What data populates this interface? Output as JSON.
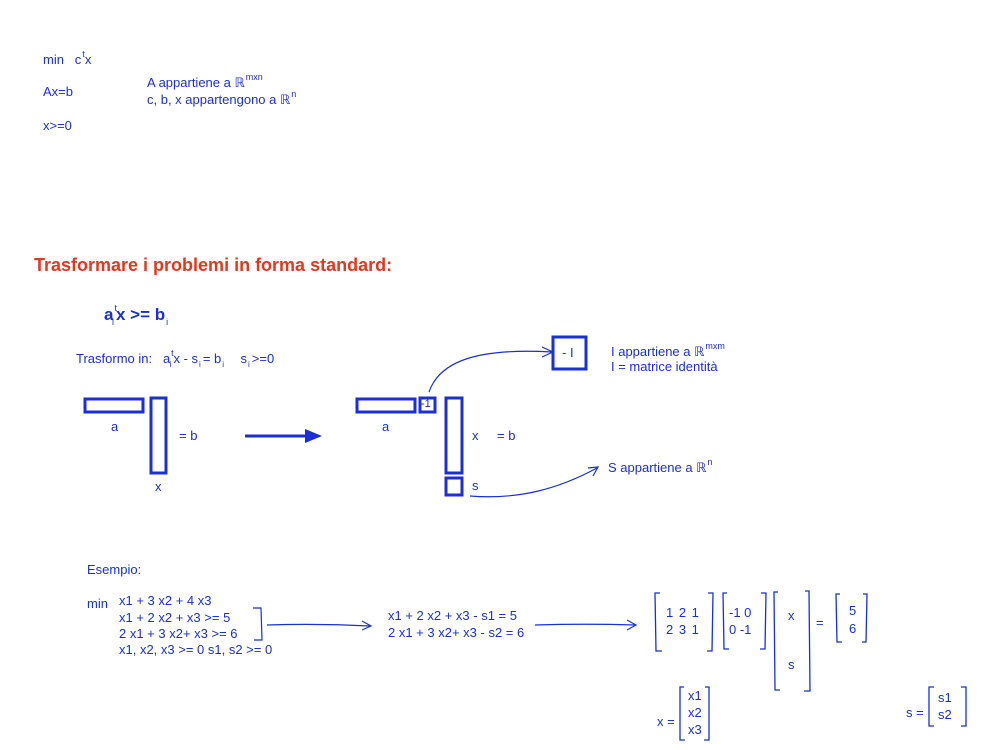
{
  "lp": {
    "objective_min": "min",
    "objective_c": "c",
    "objective_t": "t",
    "objective_x": "x",
    "constraint_eq": "Ax=b",
    "constraint_nonneg": "x>=0",
    "a_belongs": "A appartiene a ℝ",
    "a_belongs_sup": "mxn",
    "cbx_belongs": "c, b, x appartengono a ℝ",
    "cbx_belongs_sup": "n"
  },
  "section": {
    "title": "Trasformare i problemi in forma standard:"
  },
  "inequality": {
    "a": "a",
    "a_sup": "t",
    "a_sub": "i",
    "rest": "x >= b",
    "b_sub": "i"
  },
  "transform": {
    "label": "Trasformo in:",
    "a": "a",
    "a_sup": "t",
    "a_sub": "i",
    "x_minus_s": "x - s",
    "s_sub": "i",
    "eq_b": "= b",
    "b_sub": "i",
    "s2": "s",
    "s2_sub": "i",
    "nonneg": ">=0"
  },
  "diagram_left": {
    "a_label": "a",
    "x_label": "x",
    "eq_b": "=  b"
  },
  "diagram_right": {
    "a_label": "a",
    "minus_one": "-1",
    "x_label": "x",
    "eq_b": "=  b",
    "s_label": "s",
    "identity_box": "- I",
    "identity_belongs": "I appartiene a ℝ",
    "identity_sup": "mxm",
    "identity_def": "I = matrice identità",
    "s_belongs": "S appartiene a ℝ",
    "s_sup": "n"
  },
  "example": {
    "label": "Esempio:",
    "min": "min",
    "objective": "x1 + 3 x2 + 4 x3",
    "constraint1": "x1 + 2 x2 + x3 >= 5",
    "constraint2": "2 x1 + 3 x2+ x3 >= 6",
    "nonneg": "x1, x2, x3 >= 0     s1, s2 >= 0",
    "std1": "x1 + 2 x2 + x3 - s1 = 5",
    "std2": "2 x1 + 3 x2+ x3 - s2 = 6",
    "matrix_a_row1": "1  2  1",
    "matrix_a_row2": "2  3  1",
    "matrix_i_row1": "-1  0",
    "matrix_i_row2": "0  -1",
    "vec_x": "x",
    "vec_s": "s",
    "equals": "=",
    "rhs1": "5",
    "rhs2": "6",
    "x_def": "x =",
    "x_vec": [
      "x1",
      "x2",
      "x3"
    ],
    "s_def": "s =",
    "s_vec": [
      "s1",
      "s2"
    ]
  }
}
